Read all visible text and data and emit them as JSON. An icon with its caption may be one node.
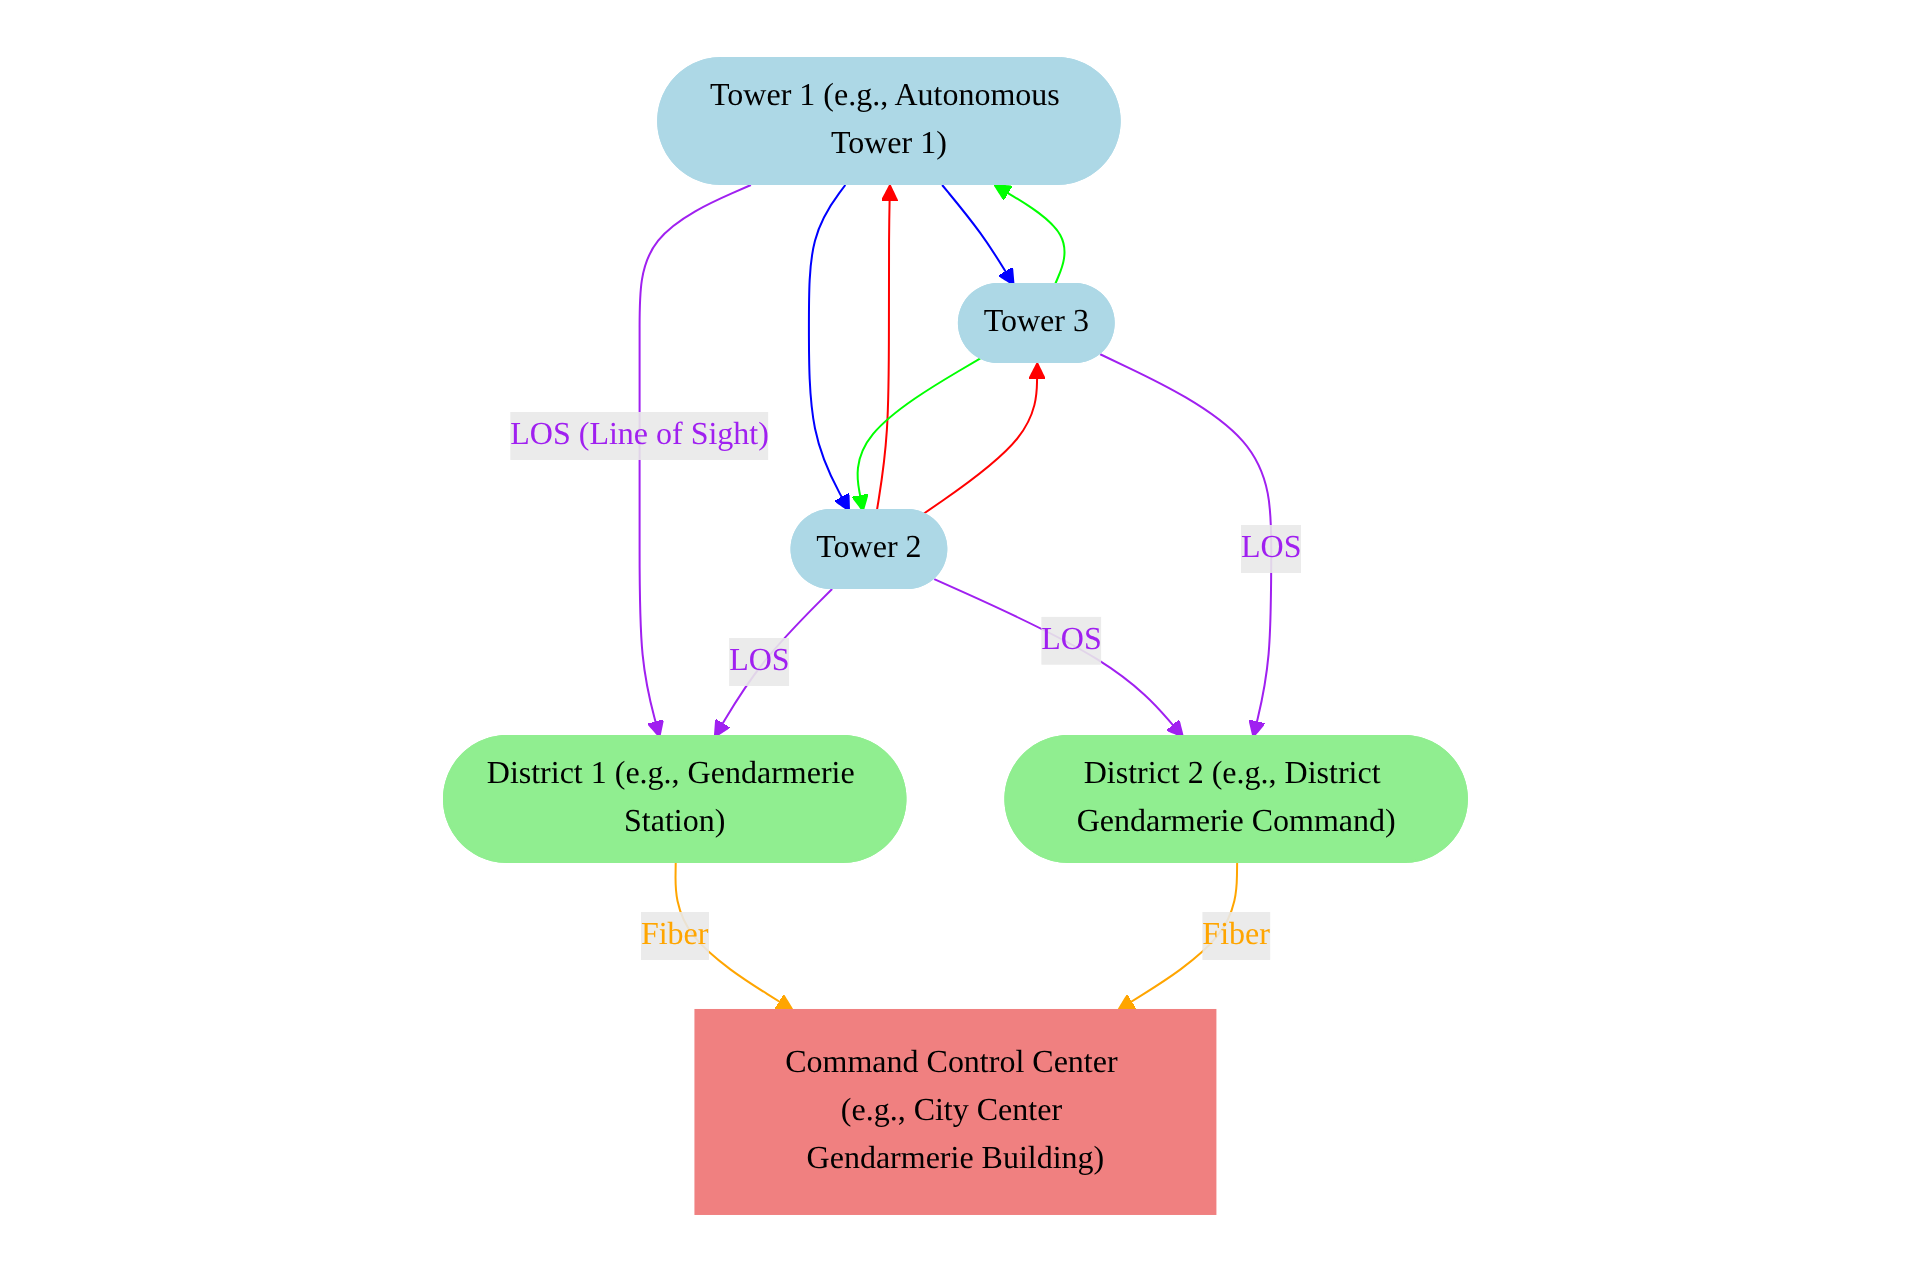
{
  "diagram": {
    "nodes": [
      {
        "text": [
          "Tower 1 (e.g., Autonomous Tower 1)"
        ]
      },
      {
        "text": [
          "Tower 2"
        ]
      },
      {
        "text": [
          "Tower 3"
        ]
      },
      {
        "text": [
          "District 1 (e.g., Gendarmerie Station)"
        ]
      },
      {
        "text": [
          "District 2 (e.g., District Gendarmerie Command)"
        ]
      },
      {
        "text": [
          "Command Control Center (e.g., City Center Gendarmerie Building)"
        ]
      }
    ],
    "edges": [
      {
        "from": 0,
        "to": 2,
        "arrow": "to",
        "color": "#0000ff"
      },
      {
        "from": 2,
        "to": 0,
        "arrow": "to",
        "color": "#00ff00"
      },
      {
        "from": 0,
        "to": 1,
        "arrow": "to",
        "color": "#0000ff"
      },
      {
        "from": 1,
        "to": 0,
        "arrow": "to",
        "color": "#ff0000"
      },
      {
        "from": 1,
        "to": 2,
        "arrow": "to",
        "color": "#ff0000"
      },
      {
        "from": 2,
        "to": 1,
        "arrow": "to",
        "color": "#00ff00"
      },
      {
        "from": 0,
        "to": 3,
        "arrow": "to",
        "label": "LOS (Line of Sight)",
        "color": "#a020f0"
      },
      {
        "from": 1,
        "to": 3,
        "arrow": "to",
        "label": "LOS",
        "color": "#a020f0"
      },
      {
        "from": 1,
        "to": 4,
        "arrow": "to",
        "label": "LOS",
        "color": "#a020f0"
      },
      {
        "from": 2,
        "to": 4,
        "arrow": "to",
        "label": "LOS",
        "color": "#a020f0"
      },
      {
        "from": 3,
        "to": 5,
        "arrow": "to",
        "label": "Fiber",
        "color": "#ffa500"
      },
      {
        "from": 4,
        "to": 5,
        "arrow": "to",
        "label": "Fiber",
        "color": "#ffa500"
      }
    ]
  }
}
